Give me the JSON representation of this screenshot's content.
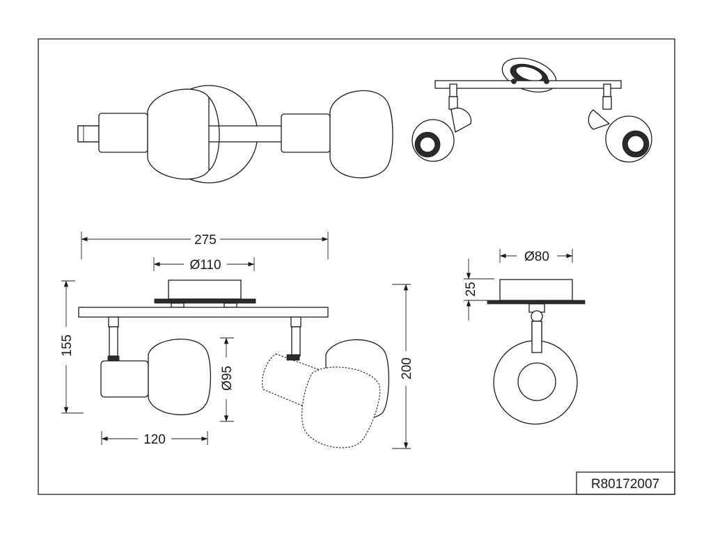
{
  "drawing": {
    "reference_code": "R80172007",
    "dimensions": {
      "total_width": "275",
      "canopy_diameter": "Ø110",
      "spot_diameter": "Ø95",
      "height": "155",
      "head_depth": "120",
      "max_height": "200",
      "side_canopy_diameter": "Ø80",
      "canopy_height": "25"
    }
  },
  "colors": {
    "line": "#1a1a1a",
    "background": "#ffffff"
  }
}
